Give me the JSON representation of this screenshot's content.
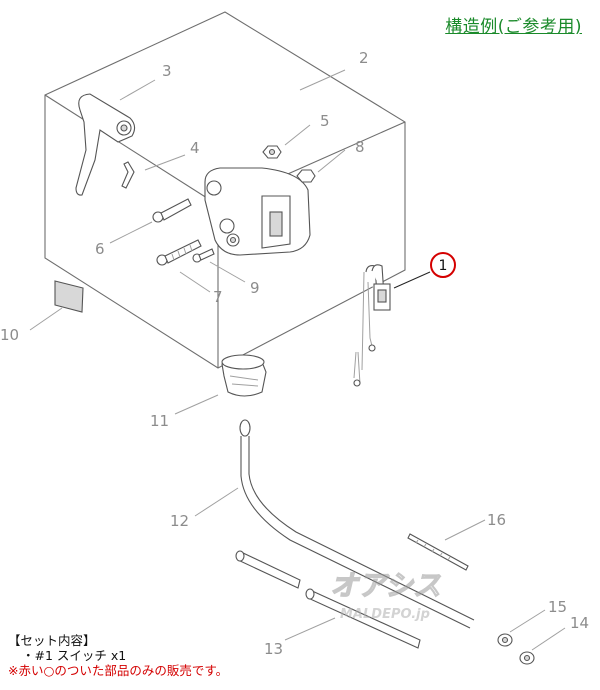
{
  "header": {
    "reference_note": "構造例(ご参考用)"
  },
  "diagram": {
    "highlighted_part": "1",
    "callouts": [
      "1",
      "2",
      "3",
      "4",
      "5",
      "6",
      "7",
      "8",
      "9",
      "10",
      "11",
      "12",
      "13",
      "14",
      "15",
      "16"
    ]
  },
  "set_contents": {
    "title": "【セット内容】",
    "item": "・#1 スイッチ x1",
    "note": "※赤い○のついた部品のみの販売です。"
  },
  "watermark": {
    "logo": "オアシス",
    "url": "MALDEPO.jp"
  },
  "colors": {
    "note_green": "#1a8a2a",
    "note_red": "#d40000",
    "callout_red": "#d40000",
    "line_grey": "#8c8c8c"
  }
}
